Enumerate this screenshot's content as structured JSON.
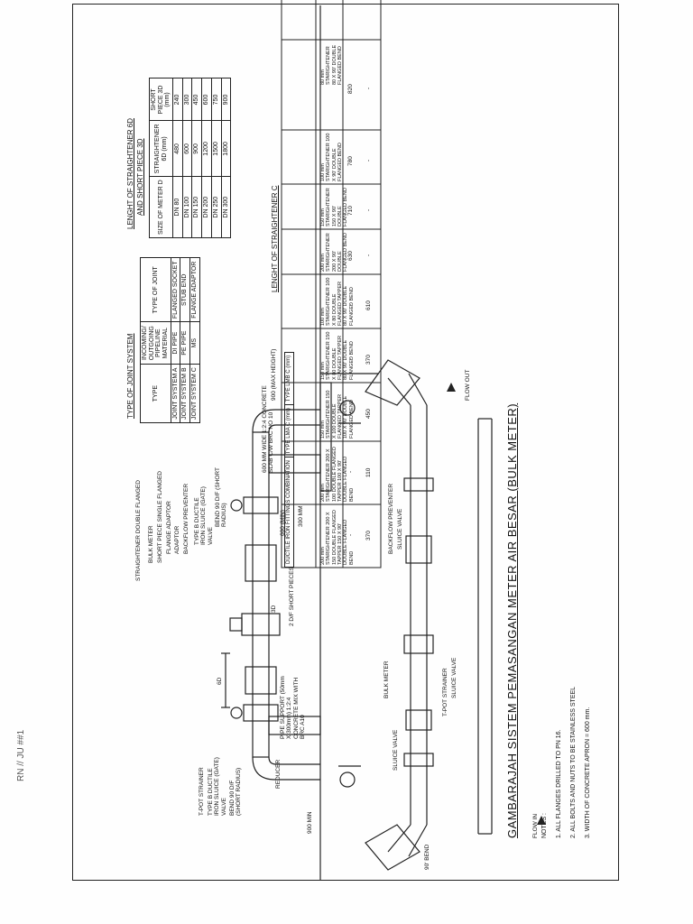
{
  "corner_text": "RN // JU ##1",
  "main_title": "GAMBARAJAH SISTEM PEMASANGAN METER AIR BESAR (BULK METER)",
  "notes": {
    "heading": "NOTES :",
    "items": [
      "1. ALL FLANGES DRILLED TO PN 16.",
      "2. ALL BOLTS AND NUTS TO BE STAINLESS STEEL",
      "3. WIDTH OF CONCRETE APRON = 600 mm."
    ]
  },
  "joint_table": {
    "title": "TYPE OF JOINT SYSTEM",
    "headers": [
      "TYPE",
      "INCOMING/ OUTGOING PIPELINE MATERIAL",
      "TYPE OF JOINT"
    ],
    "rows": [
      [
        "JOINT SYSTEM A",
        "DI PIPE",
        "FLANGED SOCKET"
      ],
      [
        "JOINT SYSTEM B",
        "PE PIPE",
        "STUB END"
      ],
      [
        "JOINT SYSTEM C",
        "MS",
        "FLANGE ADAPTOR"
      ]
    ]
  },
  "straightener_6d_table": {
    "title_1": "LENGHT OF STRAIGHTENER 6D",
    "title_2": "AND SHORT PIECE 3D",
    "headers": [
      "SIZE OF METER D",
      "STRAIGHTENER 6D (mm)",
      "SHORT PIECE 3D (mm)"
    ],
    "rows": [
      [
        "DN 80",
        "480",
        "240"
      ],
      [
        "DN 100",
        "600",
        "300"
      ],
      [
        "DN 150",
        "900",
        "450"
      ],
      [
        "DN 200",
        "1200",
        "600"
      ],
      [
        "DN 250",
        "1500",
        "750"
      ],
      [
        "DN 300",
        "1800",
        "900"
      ]
    ]
  },
  "straightener_c_table": {
    "title": "LENGHT OF STRAIGHTENER C",
    "headers": [
      "DUCTILE IRON FITTINGS COMBINATION",
      "TYPE LMA C (mm)",
      "TYPE LMB C (mm)"
    ],
    "rows": [
      [
        "80 mm STARIGHTENER 80 X 90' DOUBLE FLANGED BEND",
        "820",
        "-"
      ],
      [
        "100 mm STARIGHTENER 100 X 90' DOUBLE FLANGED BEND",
        "780",
        "-"
      ],
      [
        "150 mm STARIGHTENER 150 X 90' DOUBLE FLANGED BEND",
        "710",
        "-"
      ],
      [
        "200 mm STARIGHTENER 200 X 90' DOUBLE FLANGED BEND",
        "630",
        "-"
      ],
      [
        "100 mm STARIGHTENER 100 X 80 DOUBLE FLANGED TAPPER 80 X 90' DOUBLE FLANGED BEND",
        "-",
        "610"
      ],
      [
        "150 mm STARIGHTENER 150 X 80 DOUBLE FLANGED TAPPER 80 X 90' DOUBLE FLANGED BEND",
        "-",
        "370"
      ],
      [
        "150 mm STARIGHTENER 150 X 100 DOUBLE FLANGED TAPPER 100 X 90' DOUBLE FLANGED BEND",
        "-",
        "450"
      ],
      [
        "200 mm STARIGHTENER 200 X 100 DOUBLE FLANGED TAPPER 100 X 90' DOUBLE FLANGED BEND",
        "-",
        "110"
      ],
      [
        "200 mm STARIGHTENER 200 X 150 DOUBLE FLANGED TAPPER 150 X 90' DOUBLE FLANGED BEND",
        "-",
        "370"
      ]
    ]
  },
  "elevation_labels": {
    "straightener": "STRAIGHTENER DOUBLE FLANGED",
    "bulk_meter": "BULK METER",
    "short_piece": "SHORT PIECE SINGLE FLANGED",
    "flange_adaptor": "FLANGE ADAPTOR",
    "adaptor": "ADAPTOR",
    "backflow": "BACKFLOW PREVENTER",
    "type_b_valve": "TYPE B DUCTILE IRON SLUICE (GATE) VALVE",
    "bend_right": "BEND 90 D/F (SHORT RADIUS)",
    "slab": "600 MM WIDE 1:2:4 CONCRETE SLAB C/W BRC NO 10",
    "tpot": "T-POT STRAINER",
    "type_b_left": "TYPE B DUCTILE IRON SLUICE (GATE) VALVE",
    "bend_left": "BEND 90 D/F (SHORT RADIUS)",
    "reducer": "REDUCER",
    "pipe_support": "PIPE SUPPORT (50mm X 300mm) 1:2:4 CONCRETE MIX WITH BRC A10",
    "short_pieces": "2 D/F SHORT PIECES",
    "dim_6d": "6D",
    "dim_3d": "3D",
    "dim_300": "300 MM",
    "dim_600_min": "600 (MIN)",
    "dim_900_max": "900 (MAX HEIGHT)",
    "dim_900_min": "900 MIN"
  },
  "plan_labels": {
    "backflow": "BACKFLOW PREVENTER",
    "sluice_right": "SLUICE VALVE",
    "flow_out": "FLOW OUT",
    "bulk_meter": "BULK METER",
    "tpot": "T-POT STRAINER",
    "sluice_mid": "SLUICE VALVE",
    "sluice_left": "SLUICE VALVE",
    "bend": "90' BEND",
    "flow_in": "FLOW IN"
  }
}
